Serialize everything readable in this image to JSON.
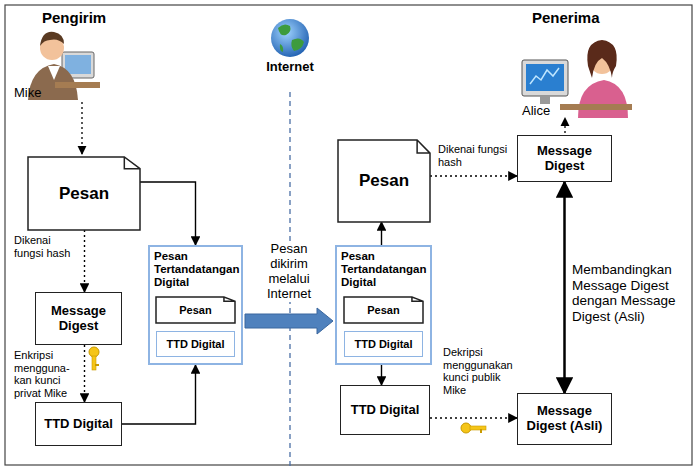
{
  "diagram": {
    "nodes": [
      {
        "text": [
          "Pesan"
        ]
      },
      {
        "text": [
          "Message Digest"
        ]
      },
      {
        "text": [
          "TTD Digital"
        ]
      },
      {
        "text": [
          "Pesan Tertandatangan Digital"
        ]
      },
      {
        "text": [
          "Pesan"
        ],
        "in": 3
      },
      {
        "text": [
          "TTD Digital"
        ],
        "in": 3
      },
      {
        "text": [
          "Pesan Tertandatangan Digital"
        ]
      },
      {
        "text": [
          "Pesan"
        ],
        "in": 6
      },
      {
        "text": [
          "TTD Digital"
        ],
        "in": 6
      },
      {
        "text": [
          "Pesan"
        ]
      },
      {
        "text": [
          "Message Digest"
        ]
      },
      {
        "text": [
          "TTD Digital"
        ]
      },
      {
        "text": [
          "Message Digest (Asli)"
        ]
      }
    ],
    "edges": [
      {
        "from": 0,
        "to": 1,
        "label": "Dikenai fungsi hash",
        "arrow": "to"
      },
      {
        "from": 1,
        "to": 2,
        "label": "Enkripsi mengguna-kan kunci privat Mike",
        "arrow": "to"
      },
      {
        "from": 0,
        "to": 3,
        "arrow": "to"
      },
      {
        "from": 2,
        "to": 3,
        "arrow": "to"
      },
      {
        "from": 3,
        "to": 6,
        "label": "Pesan dikirim melalui Internet",
        "arrow": "to"
      },
      {
        "from": 6,
        "to": 9,
        "arrow": "to"
      },
      {
        "from": 6,
        "to": 11,
        "arrow": "to"
      },
      {
        "from": 9,
        "to": 10,
        "label": "Dikenai fungsi hash",
        "arrow": "to"
      },
      {
        "from": 11,
        "to": 12,
        "label": "Dekripsi menggunakan kunci publik Mike",
        "arrow": "to"
      },
      {
        "from": 12,
        "to": 10,
        "label": "Membandingkan Message Digest dengan Message Digest (Asli)",
        "arrow": "both"
      }
    ],
    "labels": [
      "Pengirim",
      "Mike",
      "Internet",
      "Penerima",
      "Alice"
    ]
  }
}
